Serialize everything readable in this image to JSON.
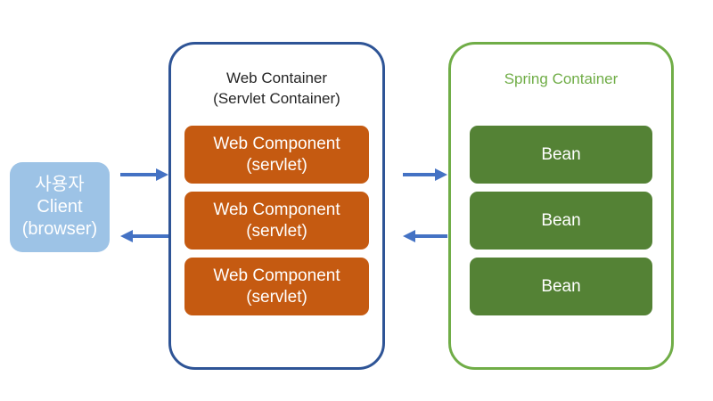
{
  "diagram": {
    "title": "Web Container and Spring Container architecture",
    "background_color": "#FFFFFF",
    "colors": {
      "client_fill": "#9DC3E6",
      "web_container_border": "#2E5496",
      "web_component_fill": "#C55A11",
      "spring_container_border": "#70AD47",
      "spring_title_text": "#70AD47",
      "bean_fill": "#548235",
      "arrow": "#4472C4",
      "text_dark": "#262626",
      "text_light": "#FFFFFF"
    }
  },
  "client": {
    "line1": "사용자",
    "line2": "Client",
    "line3": "(browser)"
  },
  "web_container": {
    "title_line1": "Web Container",
    "title_line2": "(Servlet Container)",
    "components": [
      {
        "line1": "Web Component",
        "line2": "(servlet)"
      },
      {
        "line1": "Web Component",
        "line2": "(servlet)"
      },
      {
        "line1": "Web Component",
        "line2": "(servlet)"
      }
    ]
  },
  "spring_container": {
    "title": "Spring Container",
    "beans": [
      {
        "label": "Bean"
      },
      {
        "label": "Bean"
      },
      {
        "label": "Bean"
      }
    ]
  },
  "arrows": [
    {
      "name": "client-to-web",
      "direction": "right"
    },
    {
      "name": "web-to-client",
      "direction": "left"
    },
    {
      "name": "web-to-spring",
      "direction": "right"
    },
    {
      "name": "spring-to-web",
      "direction": "left"
    }
  ]
}
